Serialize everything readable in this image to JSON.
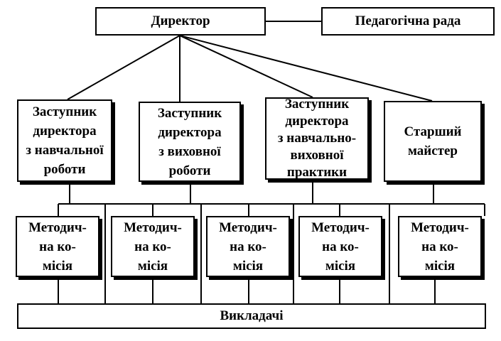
{
  "director": "Директор",
  "council": "Педагогічна рада",
  "deputies": [
    "Заступник\nдиректора\nз навчальної\nроботи",
    "Заступник\nдиректора\nз виховної\nроботи",
    "Заступник\nдиректора\nз навчально-\nвиховної\nпрактики",
    "Старший\nмайстер"
  ],
  "commissions": [
    "Методич-\nна ко-\nмісія",
    "Методич-\nна ко-\nмісія",
    "Методич-\nна ко-\nмісія",
    "Методич-\nна ко-\nмісія",
    "Методич-\nна ко-\nмісія"
  ],
  "teachers": "Викладачі"
}
